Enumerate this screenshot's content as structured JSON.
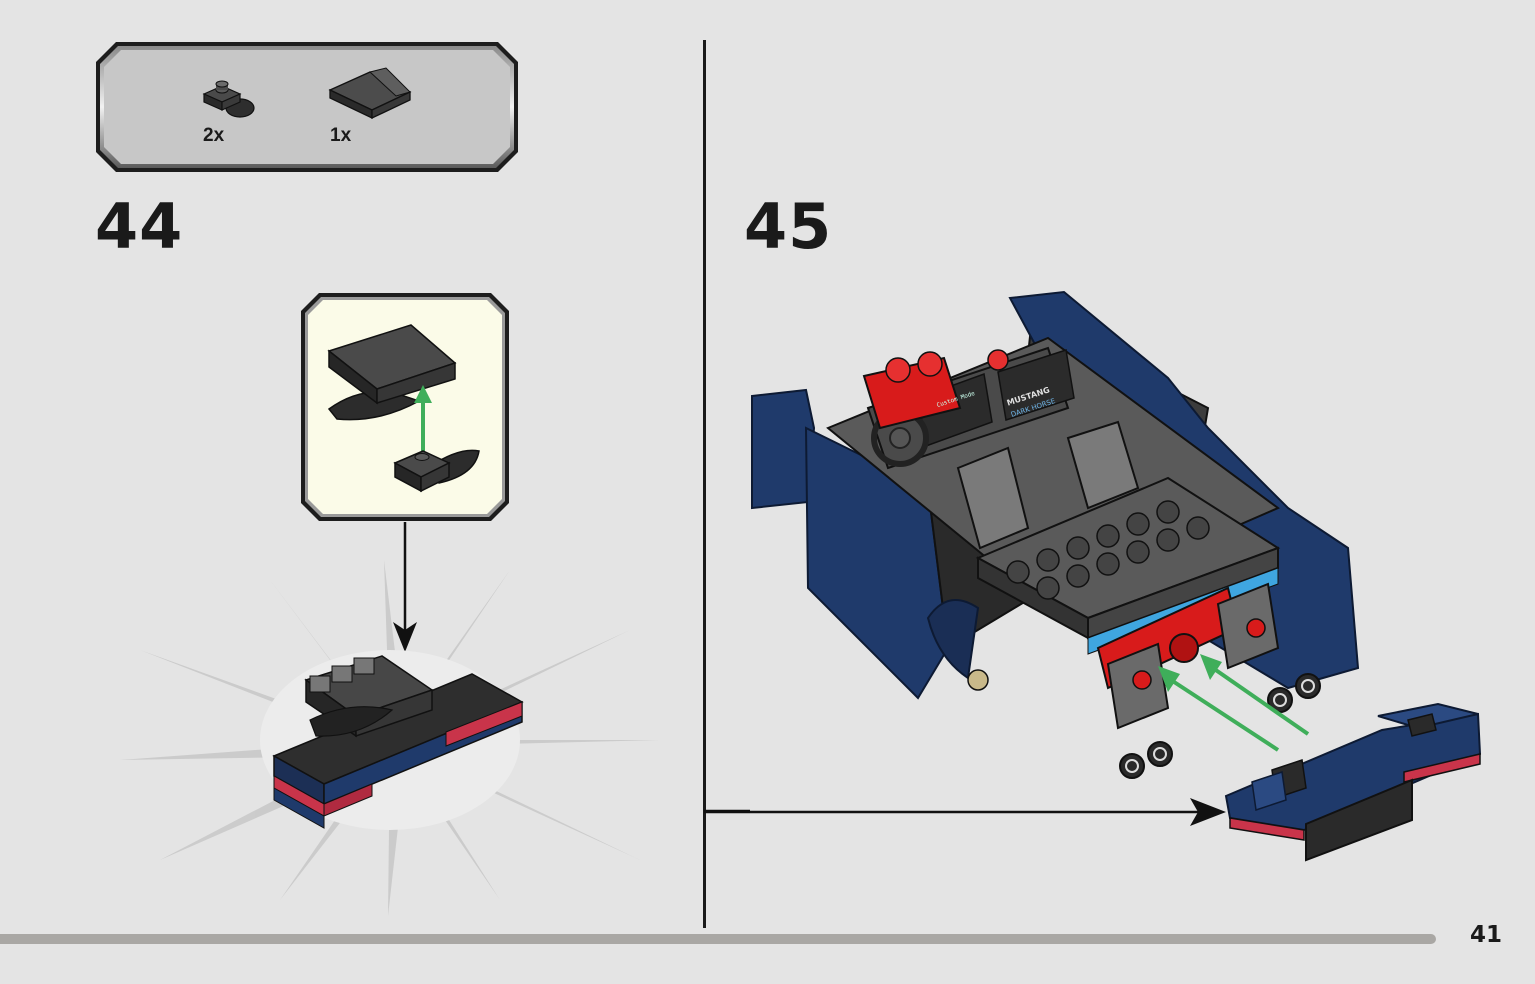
{
  "parts_callout": {
    "items": [
      {
        "icon": "plate-1x1-with-clip-icon",
        "qty": "2x"
      },
      {
        "icon": "slope-brick-icon",
        "qty": "1x"
      }
    ]
  },
  "steps": [
    {
      "number": "44"
    },
    {
      "number": "45"
    }
  ],
  "car_print": {
    "line1": "MUSTANG",
    "line2": "DARK HORSE",
    "screen": "Custom Mode"
  },
  "page": {
    "number": "41"
  },
  "colors": {
    "background": "#e4e4e4",
    "dark_blue": "#1f3a6b",
    "red": "#d81b1b",
    "dark_gray": "#3a3a3a",
    "light_gray": "#9a9a9a",
    "arrow_green": "#3fae5a",
    "callout_bg": "#fbfbe8"
  }
}
